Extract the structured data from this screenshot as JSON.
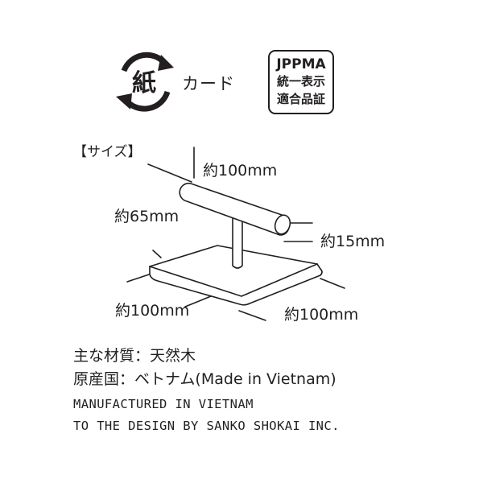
{
  "recycle_mark": {
    "symbol": "紙",
    "label": "カード",
    "icon": "paper-recycle-icon"
  },
  "jppma_mark": {
    "title": "JPPMA",
    "line1": "統一表示",
    "line2": "適合品証"
  },
  "size": {
    "heading": "【サイズ】",
    "width_top": "約100mm",
    "height": "約65mm",
    "bar_diameter": "約15mm",
    "base_left": "約100mm",
    "base_right": "約100mm"
  },
  "info": {
    "material": "主な材質：天然木",
    "origin": "原産国：ベトナム(Made in Vietnam)"
  },
  "manufacturer": {
    "line1": "MANUFACTURED IN VIETNAM",
    "line2": "TO THE DESIGN BY SANKO SHOKAI INC."
  }
}
